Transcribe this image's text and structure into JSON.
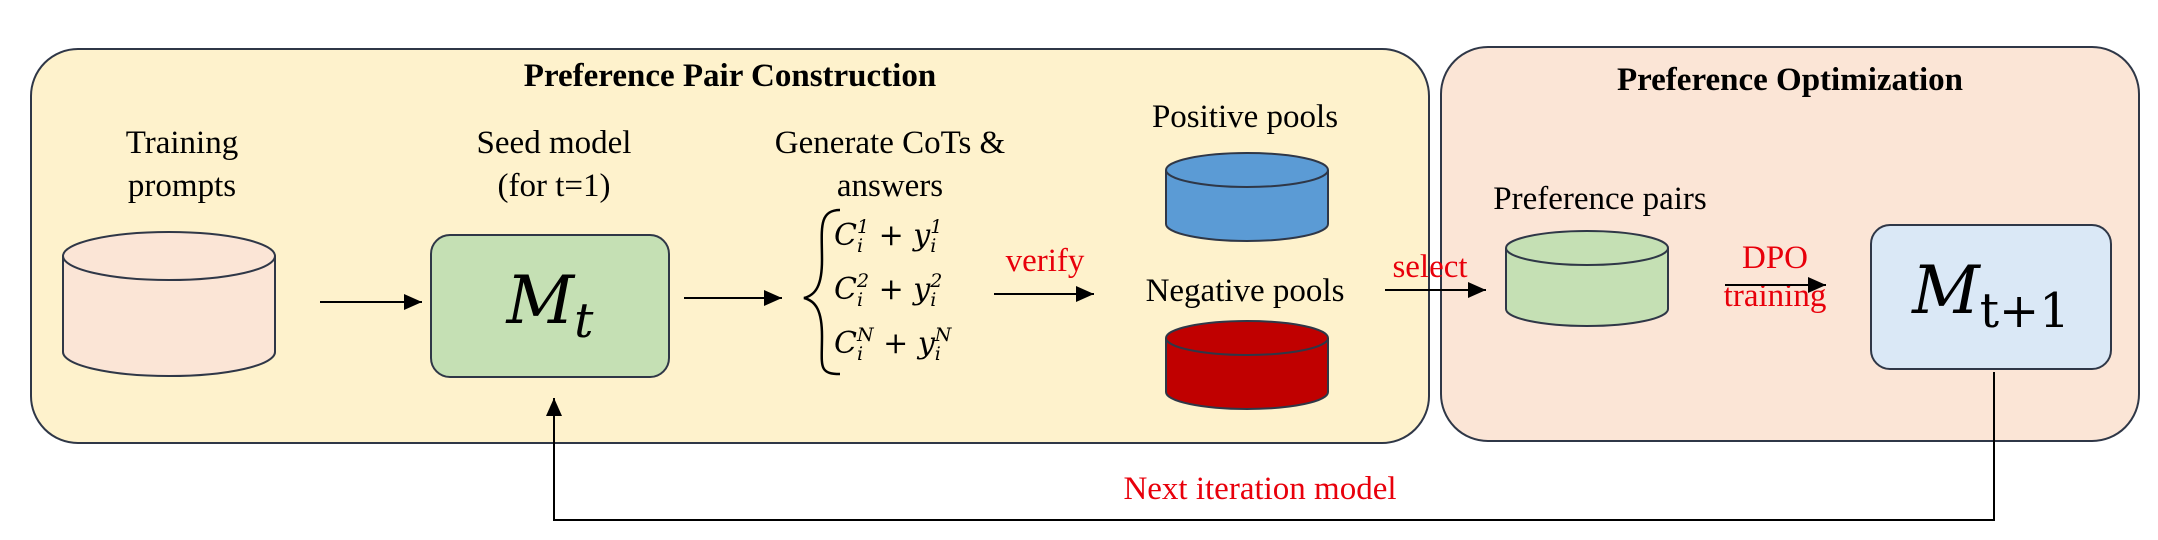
{
  "construction": {
    "title": "Preference Pair Construction",
    "training_prompts": [
      "Training",
      "prompts"
    ],
    "seed_model": [
      "Seed model",
      "(for t=1)"
    ],
    "seed_model_symbol": {
      "main": "M",
      "sub": "t"
    },
    "generate": [
      "Generate CoTs &",
      "answers"
    ],
    "equations": [
      {
        "c": "C",
        "csub": "i",
        "csup": "1",
        "y": "y",
        "ysub": "i",
        "ysup": "1"
      },
      {
        "c": "C",
        "csub": "i",
        "csup": "2",
        "y": "y",
        "ysub": "i",
        "ysup": "2"
      },
      {
        "c": "C",
        "csub": "i",
        "csup": "N",
        "y": "y",
        "ysub": "i",
        "ysup": "N"
      }
    ],
    "verify_label": "verify",
    "positive_pools": "Positive pools",
    "negative_pools": "Negative pools"
  },
  "optimization": {
    "title": "Preference Optimization",
    "select_label": "select",
    "preference_pairs": "Preference pairs",
    "dpo": [
      "DPO",
      "training"
    ],
    "next_model_symbol": {
      "main": "M",
      "sub": "t+1"
    }
  },
  "feedback_label": "Next iteration model",
  "colors": {
    "construction_panel": "#fef2cc",
    "optimization_panel": "#fbe5d6",
    "training_db": "#fbe5d6",
    "seed_model_box": "#c5e0b4",
    "positive_pool": "#5b9bd5",
    "negative_pool": "#c00000",
    "preference_db": "#c5e0b4",
    "next_model_box": "#dae8f6",
    "highlight_text": "#e8000b"
  }
}
